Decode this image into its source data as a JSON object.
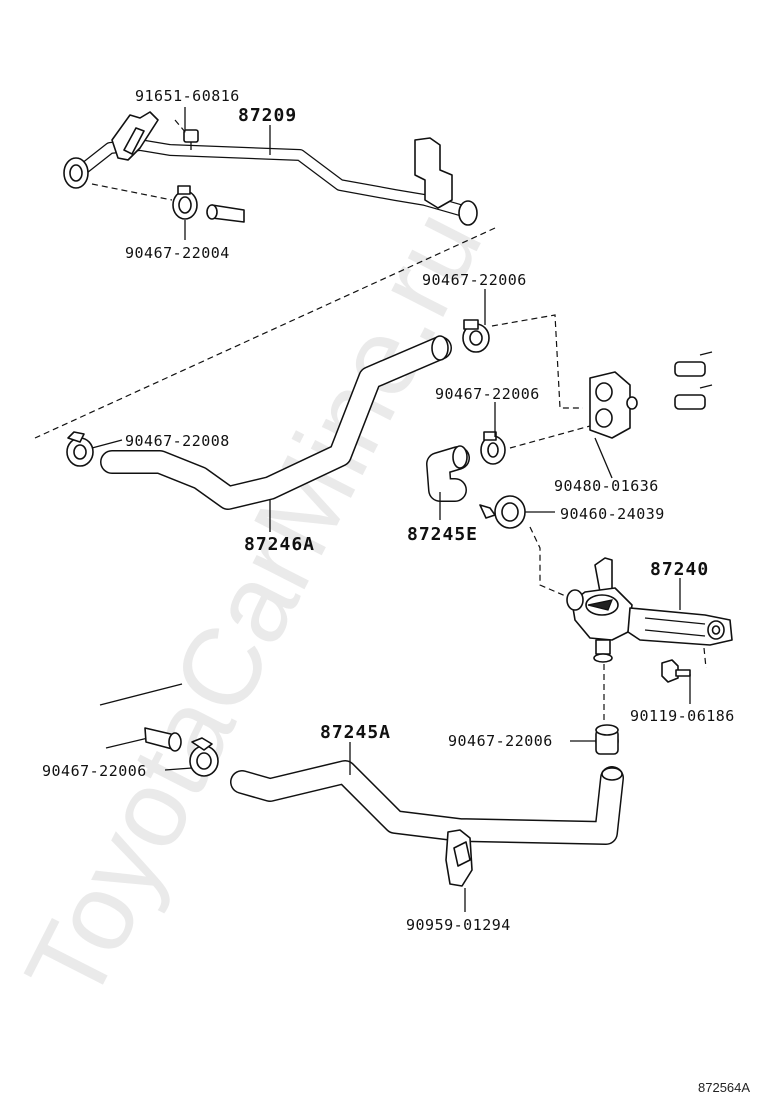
{
  "watermark": "ToyotaCarMine.ru",
  "figure_id": "872564A",
  "part_labels": {
    "bolt_91651": "91651-60816",
    "pipe_87209": "87209",
    "clamp_top_left": "90467-22004",
    "clamp_top_right": "90467-22006",
    "clamp_mid_right": "90467-22006",
    "clamp_left": "90467-22008",
    "grommet": "90480-01636",
    "clamp_90460": "90460-24039",
    "hose_87246A": "87246A",
    "hose_87245E": "87245E",
    "valve_87240": "87240",
    "bolt_90119": "90119-06186",
    "hose_87245A": "87245A",
    "clamp_lower_right": "90467-22006",
    "clamp_lower_left": "90467-22006",
    "clip_90959": "90959-01294"
  }
}
